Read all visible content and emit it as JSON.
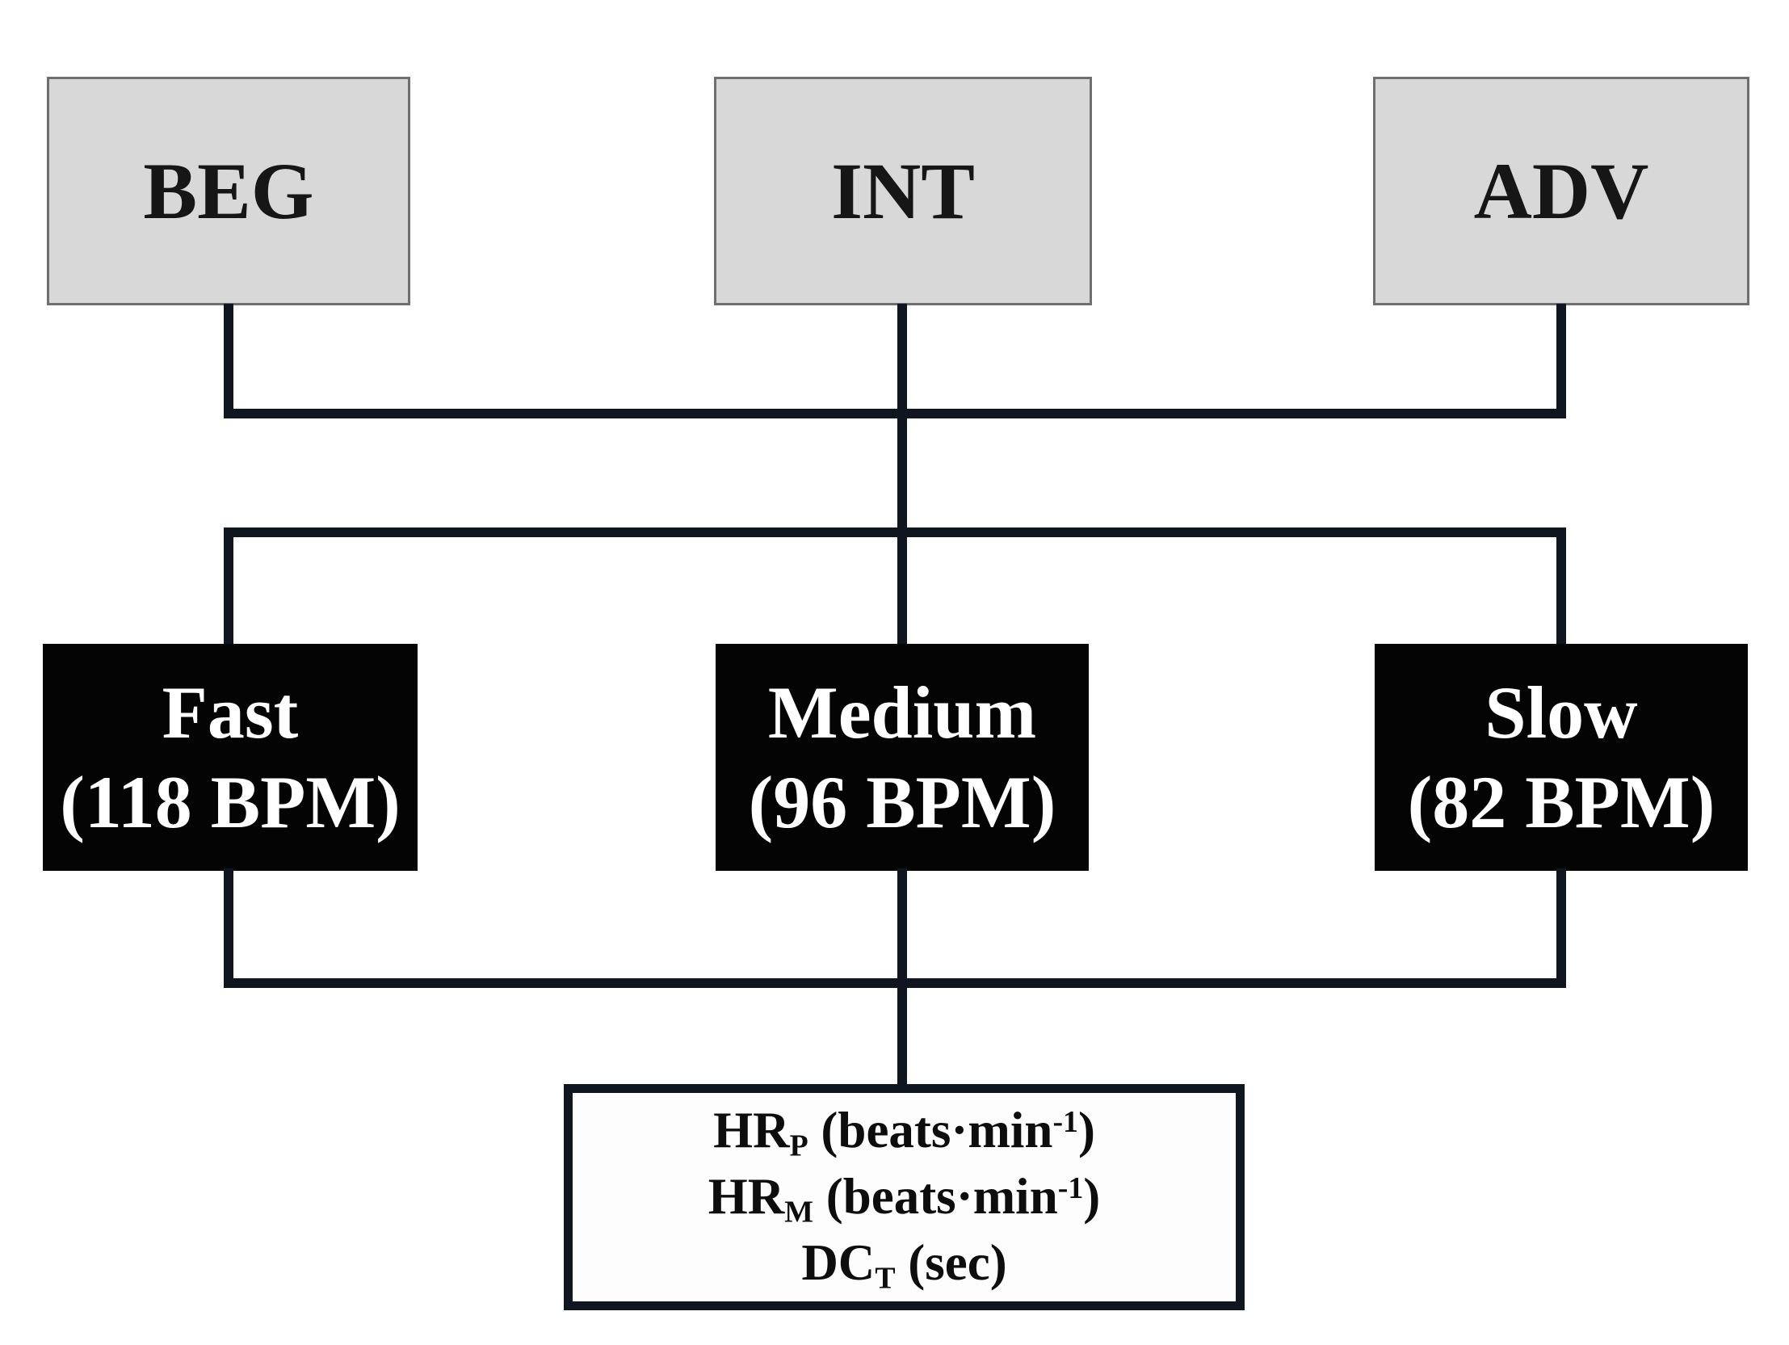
{
  "diagram": {
    "description": "study design flowchart",
    "palette": {
      "background": "#ffffff",
      "level_box_fill": "#d8d8d8",
      "level_box_border": "#6f6f6f",
      "level_text": "#161616",
      "tempo_box_fill": "#040404",
      "tempo_text": "#ffffff",
      "connector_line": "#10161f",
      "outcome_box_border": "#10161f",
      "outcome_text": "#0d0d0d"
    },
    "levels": [
      {
        "label": "BEG"
      },
      {
        "label": "INT"
      },
      {
        "label": "ADV"
      }
    ],
    "tempos": [
      {
        "name": "Fast",
        "bpm": "(118 BPM)"
      },
      {
        "name": "Medium",
        "bpm": "(96 BPM)"
      },
      {
        "name": "Slow",
        "bpm": "(82 BPM)"
      }
    ],
    "outcomes": [
      {
        "base": "HR",
        "sub": "P",
        "unit_pre": " (beats·min",
        "sup": "-1",
        "unit_post": ")"
      },
      {
        "base": "HR",
        "sub": "M",
        "unit_pre": " (beats·min",
        "sup": "-1",
        "unit_post": ")"
      },
      {
        "base": "DC",
        "sub": "T",
        "unit_pre": " (sec)",
        "sup": "",
        "unit_post": ""
      }
    ]
  }
}
